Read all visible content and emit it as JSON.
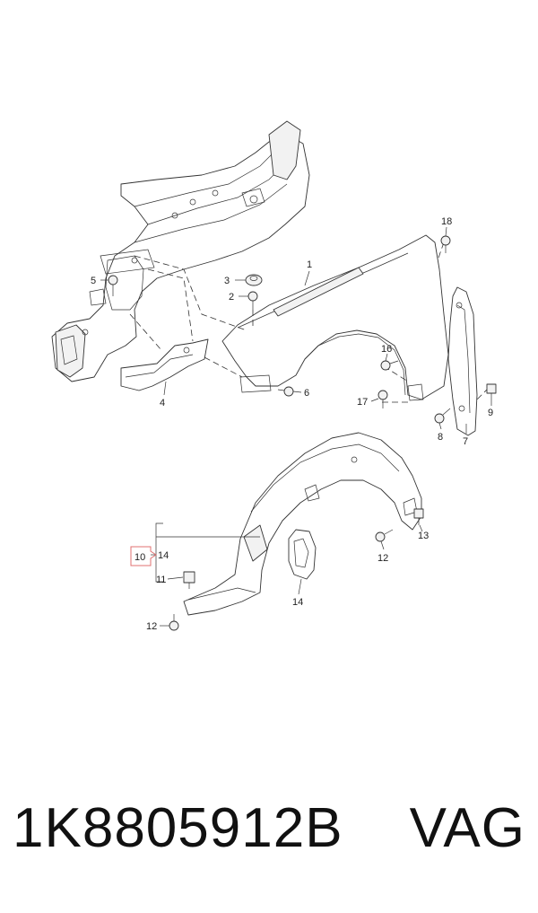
{
  "diagram": {
    "callouts": {
      "c1": "1",
      "c2": "2",
      "c3": "3",
      "c4": "4",
      "c5": "5",
      "c6": "6",
      "c7": "7",
      "c8": "8",
      "c9": "9",
      "c10": "10",
      "c11": "11",
      "c12a": "12",
      "c12b": "12",
      "c13": "13",
      "c14a": "14",
      "c14b": "14",
      "c16": "16",
      "c17": "17",
      "c18": "18"
    },
    "highlight_color": "#e07070"
  },
  "footer": {
    "part_number": "1K8805912B",
    "brand": "VAG"
  }
}
